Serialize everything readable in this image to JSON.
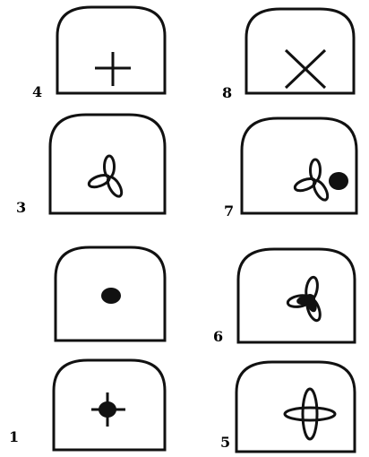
{
  "panels": [
    {
      "label": "4",
      "symbol": "plus-icon"
    },
    {
      "label": "8",
      "symbol": "x-icon"
    },
    {
      "label": "3",
      "symbol": "trefoil-icon"
    },
    {
      "label": "7",
      "symbol": "trefoil-with-dot-icon"
    },
    {
      "label": "",
      "symbol": "dot-icon"
    },
    {
      "label": "6",
      "symbol": "trefoil-filled-icon"
    },
    {
      "label": "1",
      "symbol": "filled-cross-icon"
    },
    {
      "label": "5",
      "symbol": "double-ellipse-icon"
    }
  ],
  "colors": {
    "ink": "#111111",
    "background": "#ffffff"
  }
}
